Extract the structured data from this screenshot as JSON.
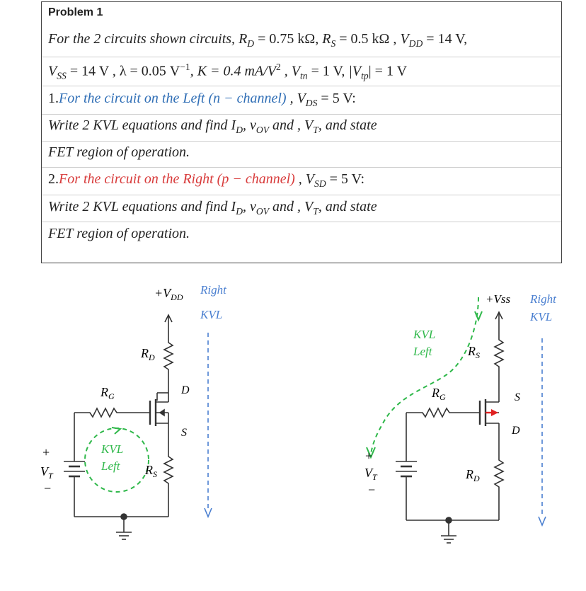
{
  "problem": {
    "title": "Problem 1",
    "lines": [
      "For the 2 circuits shown circuits, R_D = 0.75 kΩ, R_S = 0.5 kΩ , V_DD = 14 V,",
      "V_SS = 14 V , λ = 0.05 V⁻¹, K = 0.4 mA/V² , V_tn = 1 V, |V_tp| = 1 V",
      "1. For the circuit on the Left (n − channel) , V_DS = 5 V:",
      "Write 2 KVL equations and find I_D, v_OV and , V_T, and state",
      "FET region of operation.",
      "2. For the circuit on the Right (p − channel) , V_SD = 5 V:",
      "Write 2 KVL equations and find I_D, v_OV and , V_T, and state",
      "FET region of operation."
    ],
    "line1": {
      "prefix": "For the 2 circuits shown  circuits,",
      "rd_sym": "R",
      "rd_sub": "D",
      "rd_val": "= 0.75 kΩ,",
      "rs_sym": "R",
      "rs_sub": "S",
      "rs_val": "= 0.5 kΩ ,",
      "vdd_sym": "V",
      "vdd_sub": "DD",
      "vdd_val": "= 14 V,"
    },
    "line2": {
      "vss_sym": "V",
      "vss_sub": "SS",
      "vss_val": "= 14 V ,",
      "lambda": "λ = 0.05 V",
      "lambda_exp": "−1",
      "k_text": ", K = 0.4 mA/V",
      "k_exp": "2",
      "vtn_sym": ", V",
      "vtn_sub": "tn",
      "vtn_val": "= 1 V,",
      "vtp_sym": "|V",
      "vtp_sub": "tp",
      "vtp_val": "| = 1 V"
    },
    "line3": {
      "num": "1.",
      "colored": "For the circuit on the Left (n − channel)",
      "tail_sym": ", V",
      "tail_sub": "DS",
      "tail_val": "= 5 V:"
    },
    "line4": {
      "text": "Write 2 KVL equations and find  I",
      "id_sub": "D",
      "mid": ", v",
      "vov_sub": "OV",
      "tail": " and , V",
      "vt_sub": "T",
      "end": ", and state"
    },
    "line5": "FET region of operation.",
    "line6": {
      "num": "2.",
      "colored": "For the circuit on the Right (p − channel)",
      "tail_sym": ", V",
      "tail_sub": "SD",
      "tail_val": "= 5 V:"
    },
    "line7": {
      "text": "Write 2 KVL equations and find  I",
      "id_sub": "D",
      "mid": ", v",
      "vov_sub": "OV",
      "tail": " and , V",
      "vt_sub": "T",
      "end": ", and state"
    },
    "line8": "FET region of operation."
  },
  "left_circuit": {
    "vdd_label": "+V",
    "vdd_sub": "DD",
    "rd_label": "R",
    "rd_sub": "D",
    "rg_label": "R",
    "rg_sub": "G",
    "rs_label": "R",
    "rs_sub": "S",
    "d_label": "D",
    "s_label": "S",
    "vt_plus": "+",
    "vt_label": "V",
    "vt_sub": "T",
    "vt_minus": "−",
    "kvl_left_1": "KVL",
    "kvl_left_2": "Left",
    "kvl_right_1": "Right",
    "kvl_right_2": "KVL"
  },
  "right_circuit": {
    "vss_label": "+Vss",
    "rs_label": "R",
    "rs_sub": "S",
    "rg_label": "R",
    "rg_sub": "G",
    "rd_label": "R",
    "rd_sub": "D",
    "s_label": "S",
    "d_label": "D",
    "vt_plus": "+",
    "vt_label": "V",
    "vt_sub": "T",
    "vt_minus": "−",
    "kvl_left_1": "KVL",
    "kvl_left_2": "Left",
    "kvl_right_1": "Right",
    "kvl_right_2": "KVL"
  },
  "colors": {
    "blue_text": "#2e6db5",
    "red_text": "#d83a3a",
    "kvl_green": "#2fb84a",
    "kvl_blue": "#4a7fd0",
    "pfet_arrow": "#e02020"
  }
}
